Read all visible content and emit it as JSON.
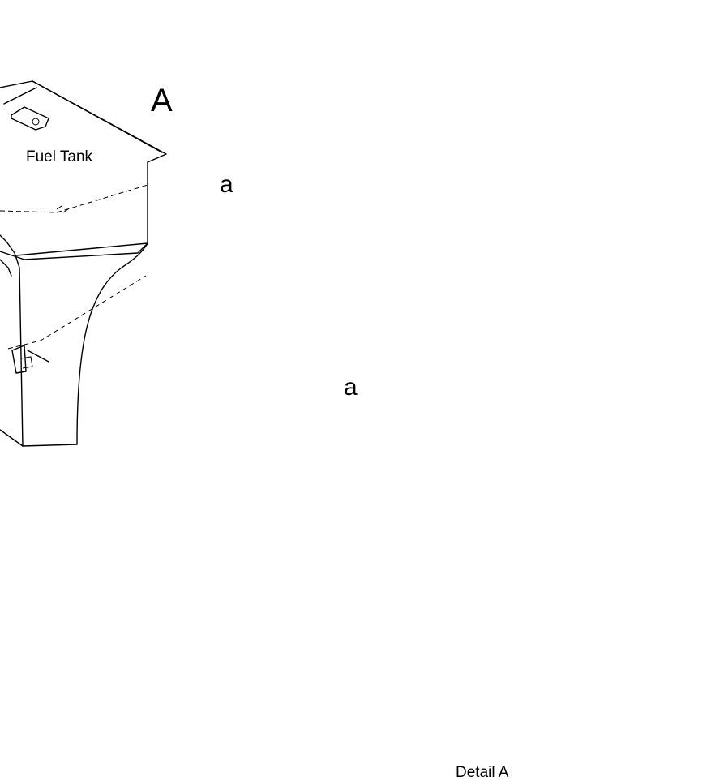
{
  "labels": {
    "fuel_tank": "Fuel Tank",
    "detail_a": "Detail A",
    "view_marker_a": "A",
    "connection_a_upper": "a",
    "connection_a_lower": "a"
  },
  "icons": {
    "view_arrow": "view-direction-arrow"
  },
  "colors": {
    "line": "#000000",
    "background": "#ffffff"
  }
}
